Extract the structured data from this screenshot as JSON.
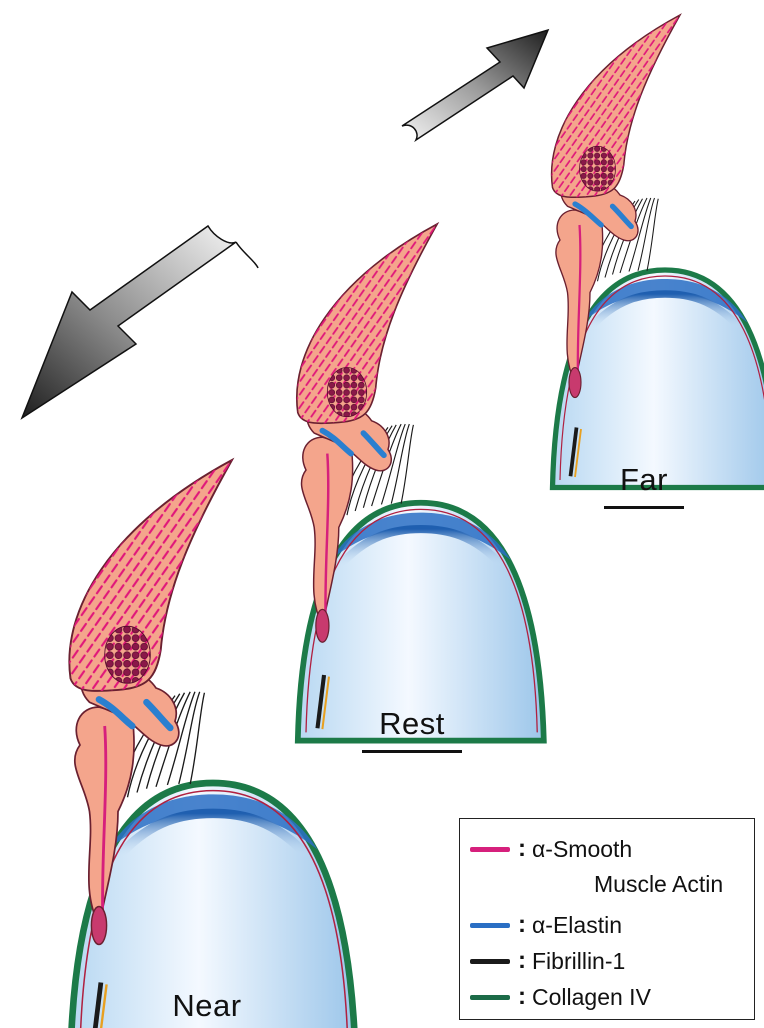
{
  "captions": {
    "far": "Far",
    "rest": "Rest",
    "near": "Near"
  },
  "legend": {
    "items": [
      {
        "label": "α-Smooth",
        "sublabel": "Muscle Actin",
        "color": "#d6207c"
      },
      {
        "label": "α-Elastin",
        "color": "#2a6fc4"
      },
      {
        "label": "Fibrillin-1",
        "color": "#1a1a1a"
      },
      {
        "label": "Collagen IV",
        "color": "#1c6b48"
      }
    ]
  },
  "colors": {
    "muscle_fill": "#f4a58c",
    "muscle_fiber": "#e0187a",
    "nucleus_cluster": "#8a1848",
    "elastin": "#2a7fd0",
    "fibrillin": "#1a1a1a",
    "collagen": "#1c7a48",
    "lens_fill": "#e8f2fb",
    "arrow_dark": "#2a2a2a"
  }
}
